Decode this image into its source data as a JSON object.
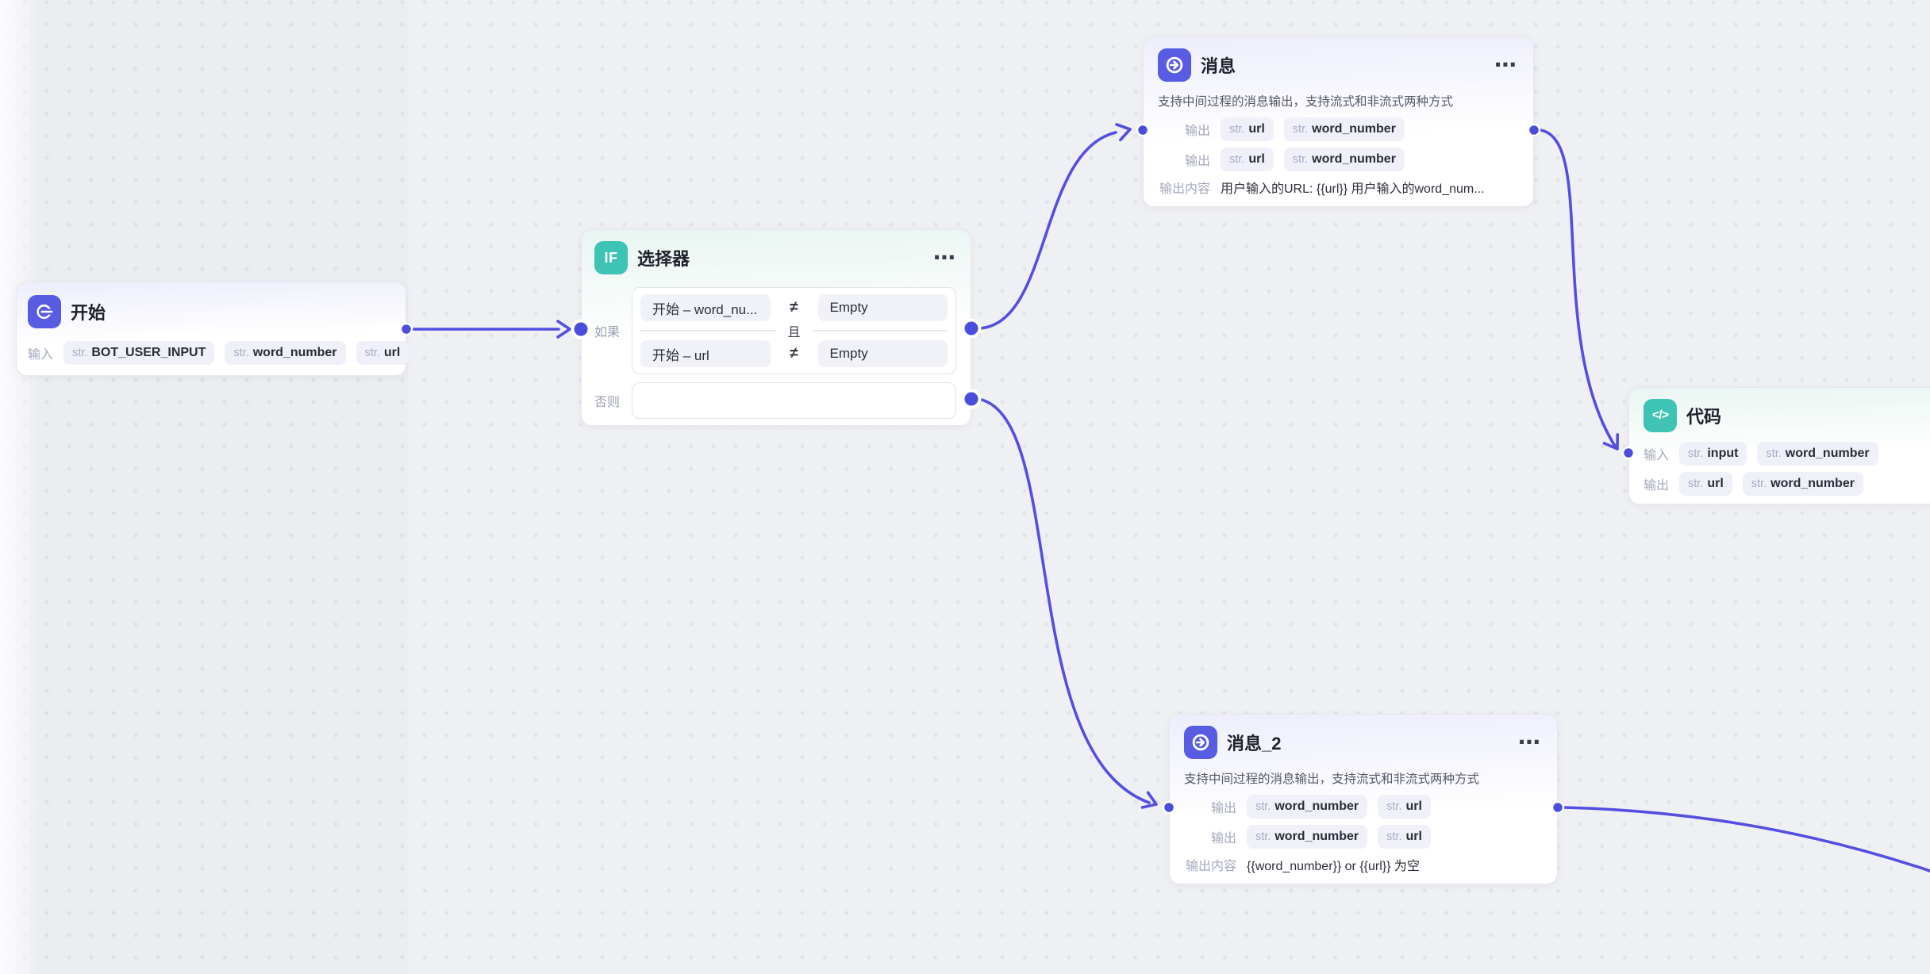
{
  "colors": {
    "accent": "#544ee1",
    "icon_purple": "#575ce3",
    "icon_teal": "#3fc3b4",
    "canvas_bg": "#eff0f3"
  },
  "icons": {
    "more_menu": "⋯",
    "if_badge": "IF",
    "code_badge": "</>"
  },
  "nodes": {
    "start": {
      "title": "开始",
      "input_label": "输入",
      "tags": [
        {
          "prefix": "str.",
          "value": "BOT_USER_INPUT"
        },
        {
          "prefix": "str.",
          "value": "word_number"
        },
        {
          "prefix": "str.",
          "value": "url"
        }
      ]
    },
    "selector": {
      "title": "选择器",
      "if_label": "如果",
      "else_label": "否则",
      "and_label": "且",
      "conditions": [
        {
          "left": "开始 – word_nu...",
          "op": "≠",
          "right": "Empty"
        },
        {
          "left": "开始 – url",
          "op": "≠",
          "right": "Empty"
        }
      ]
    },
    "message": {
      "title": "消息",
      "subtitle": "支持中间过程的消息输出，支持流式和非流式两种方式",
      "rows": [
        {
          "label": "输出",
          "tags": [
            {
              "prefix": "str.",
              "value": "url"
            },
            {
              "prefix": "str.",
              "value": "word_number"
            }
          ]
        },
        {
          "label": "输出",
          "tags": [
            {
              "prefix": "str.",
              "value": "url"
            },
            {
              "prefix": "str.",
              "value": "word_number"
            }
          ]
        }
      ],
      "content_label": "输出内容",
      "content": "用户输入的URL: {{url}} 用户输入的word_num..."
    },
    "code": {
      "title": "代码",
      "rows": [
        {
          "label": "输入",
          "tags": [
            {
              "prefix": "str.",
              "value": "input"
            },
            {
              "prefix": "str.",
              "value": "word_number"
            }
          ]
        },
        {
          "label": "输出",
          "tags": [
            {
              "prefix": "str.",
              "value": "url"
            },
            {
              "prefix": "str.",
              "value": "word_number"
            }
          ]
        }
      ]
    },
    "message2": {
      "title": "消息_2",
      "subtitle": "支持中间过程的消息输出，支持流式和非流式两种方式",
      "rows": [
        {
          "label": "输出",
          "tags": [
            {
              "prefix": "str.",
              "value": "word_number"
            },
            {
              "prefix": "str.",
              "value": "url"
            }
          ]
        },
        {
          "label": "输出",
          "tags": [
            {
              "prefix": "str.",
              "value": "word_number"
            },
            {
              "prefix": "str.",
              "value": "url"
            }
          ]
        }
      ],
      "content_label": "输出内容",
      "content": "{{word_number}} or {{url}} 为空"
    }
  }
}
